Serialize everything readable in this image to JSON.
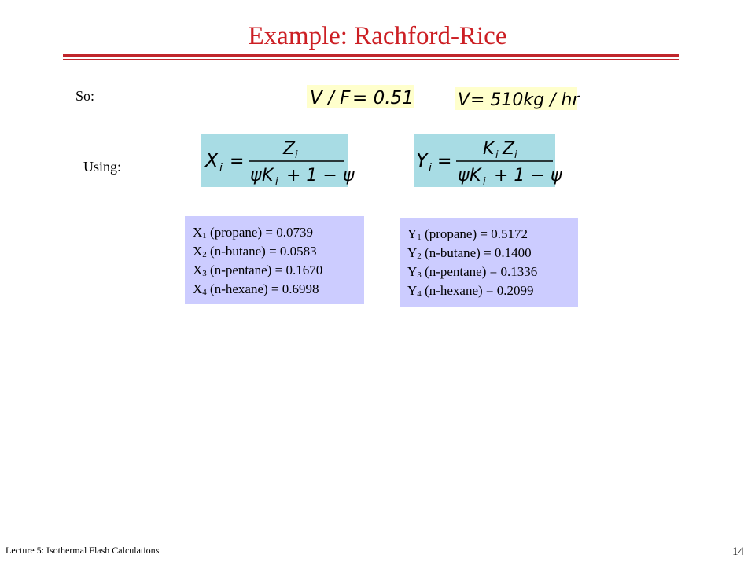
{
  "slide": {
    "title": "Example: Rachford-Rice",
    "colors": {
      "title": "#cc1f24",
      "rule": "#c0262c",
      "result_box": "#ccccff",
      "equation_box": "#a8dce4",
      "highlight_box": "#ffffcc"
    }
  },
  "so": {
    "label": "So:",
    "eq1": {
      "lhs": "V / F",
      "rhs": "= 0.51"
    },
    "eq2": {
      "lhs": "V",
      "rhs": "= 510kg / hr"
    }
  },
  "using": {
    "label": "Using:",
    "x_formula": {
      "lhs": "X",
      "lhs_sub": "i",
      "eq": "=",
      "num": "Z",
      "num_sub": "i",
      "den_psi": "ψ",
      "den_k": "K",
      "den_k_sub": "i",
      "den_rest": "+ 1 − ψ"
    },
    "y_formula": {
      "lhs": "Y",
      "lhs_sub": "i",
      "eq": "=",
      "num": "K",
      "num_sub": "i",
      "num2": "Z",
      "num2_sub": "i",
      "den_psi": "ψ",
      "den_k": "K",
      "den_k_sub": "i",
      "den_rest": "+ 1 − ψ"
    }
  },
  "x_results": [
    {
      "sym": "X",
      "sub": "1",
      "text": " (propane) = 0.0739"
    },
    {
      "sym": "X",
      "sub": "2",
      "text": " (n-butane) = 0.0583"
    },
    {
      "sym": "X",
      "sub": "3",
      "text": " (n-pentane) = 0.1670"
    },
    {
      "sym": "X",
      "sub": "4",
      "text": " (n-hexane) = 0.6998"
    }
  ],
  "y_results": [
    {
      "sym": "Y",
      "sub": "1",
      "text": " (propane) = 0.5172"
    },
    {
      "sym": "Y",
      "sub": "2",
      "text": " (n-butane) = 0.1400"
    },
    {
      "sym": "Y",
      "sub": "3",
      "text": " (n-pentane) = 0.1336"
    },
    {
      "sym": "Y",
      "sub": "4",
      "text": " (n-hexane) = 0.2099"
    }
  ],
  "footer": {
    "course": "Lecture 5: Isothermal Flash Calculations",
    "page": "14"
  }
}
